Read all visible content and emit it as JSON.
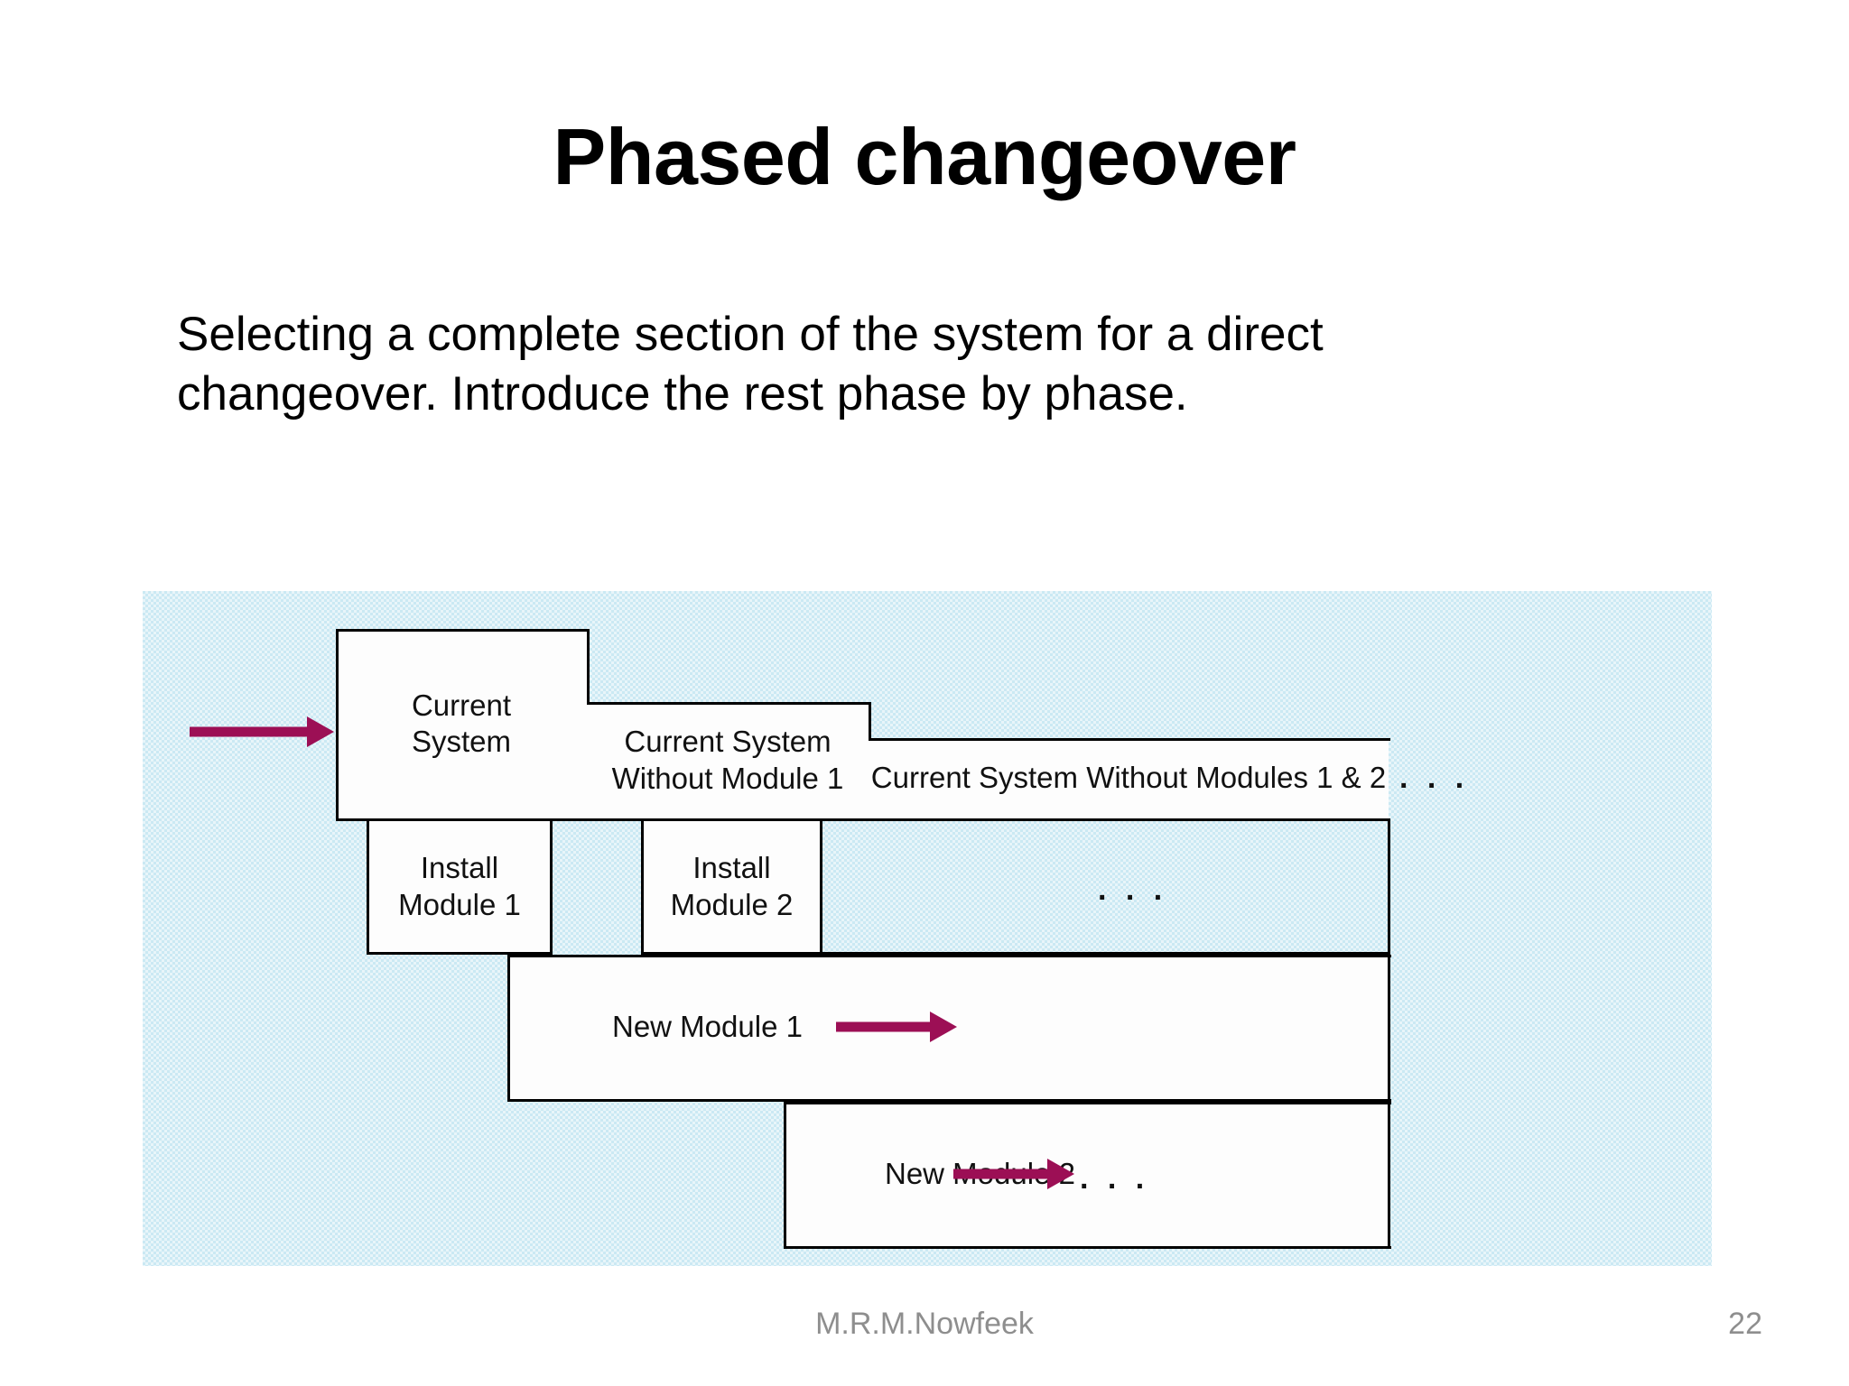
{
  "slide": {
    "title": "Phased changeover",
    "body": "Selecting a complete section of the system for a direct changeover. Introduce the rest phase by phase.",
    "footer": {
      "author": "M.R.M.Nowfeek",
      "page_number": "22"
    }
  },
  "diagram": {
    "panel_background_color": "#cbe9f3",
    "arrow_color": "#9C0F55",
    "box_fill_color": "#fdfdfd",
    "box_border_color": "#000000",
    "boxes": [
      {
        "id": "current-system",
        "label": "Current\nSystem"
      },
      {
        "id": "cs-without-module-1",
        "label": "Current System\nWithout Module 1"
      },
      {
        "id": "cs-without-modules-1-2",
        "label": "Current System Without Modules 1 & 2"
      },
      {
        "id": "install-module-1",
        "label": "Install\nModule 1"
      },
      {
        "id": "install-module-2",
        "label": "Install\nModule 2"
      },
      {
        "id": "new-module-1",
        "label": "New Module 1"
      },
      {
        "id": "new-module-2",
        "label": "New Module 2"
      }
    ],
    "ellipses": {
      "row_current_system": ". . .",
      "row_install": ". . .",
      "row_new_module_2": ". . ."
    },
    "arrows": [
      {
        "id": "entry-arrow",
        "direction": "right"
      },
      {
        "id": "new-module-1-arrow",
        "direction": "right"
      },
      {
        "id": "new-module-2-arrow",
        "direction": "right"
      }
    ]
  }
}
